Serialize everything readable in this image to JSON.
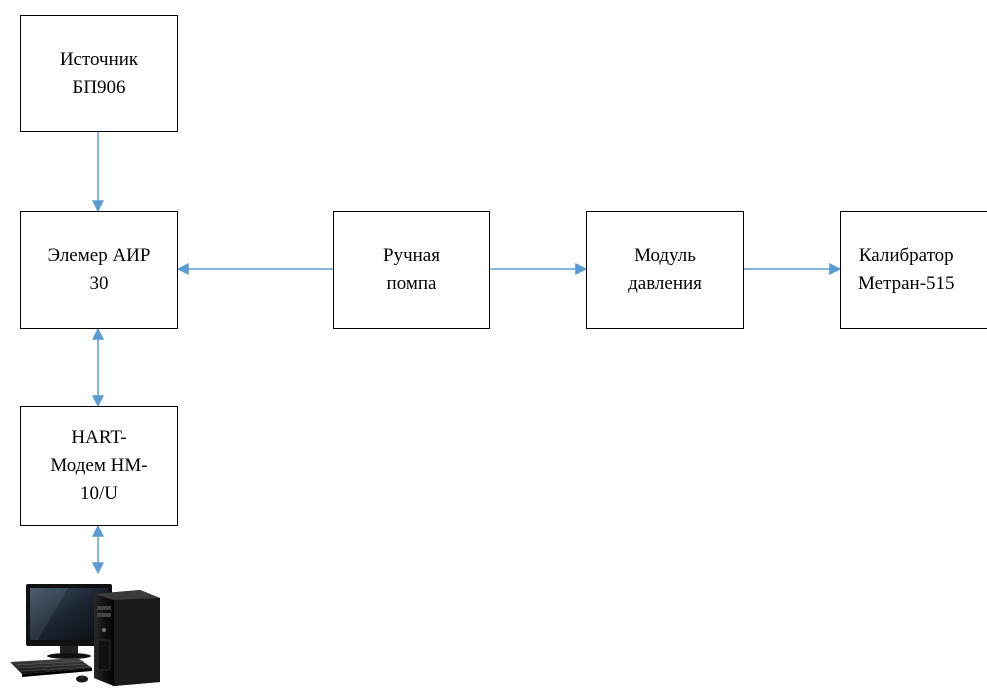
{
  "blocks": {
    "source": "Источник\nБП906",
    "elemer": "Элемер АИР\n30",
    "hart": "HART-\nМодем HM-\n10/U",
    "pump": "Ручная\nпомпа",
    "module": "Модуль\nдавления",
    "calibrator": "Калибратор\nМетран-515"
  },
  "computer": {
    "icon": "desktop-computer-icon"
  },
  "colors": {
    "connector": "#5B9BD5",
    "box_border": "#000000"
  }
}
